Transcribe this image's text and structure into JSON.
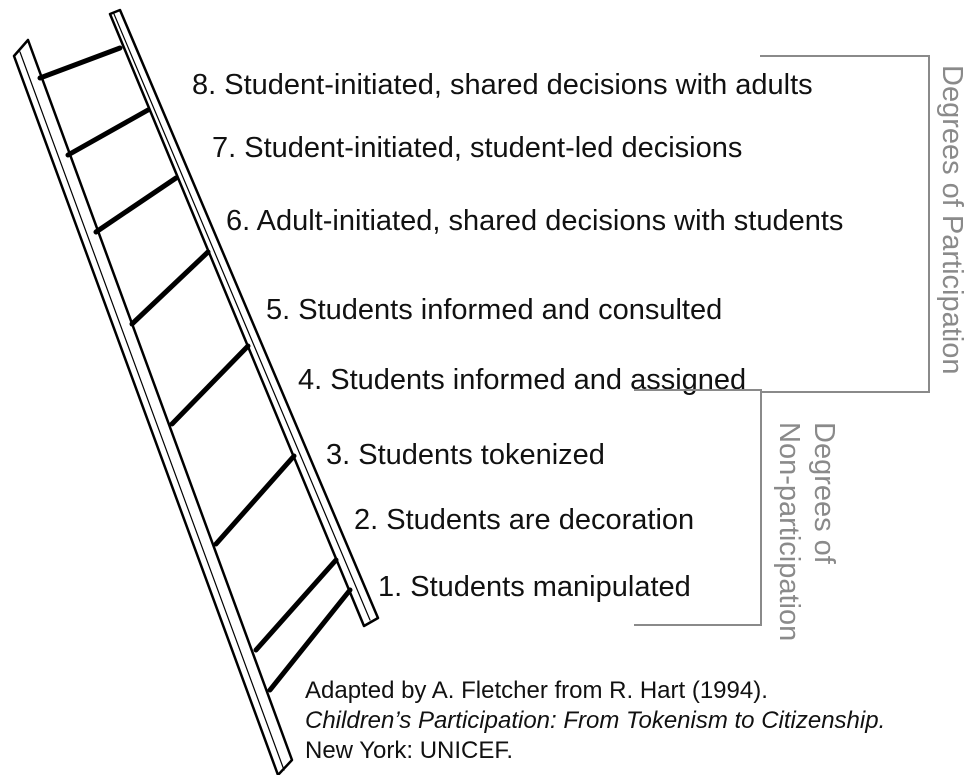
{
  "rungs": [
    {
      "label": "8. Student-initiated, shared decisions with adults"
    },
    {
      "label": "7. Student-initiated, student-led decisions"
    },
    {
      "label": "6. Adult-initiated, shared decisions with students"
    },
    {
      "label": "5. Students informed and consulted"
    },
    {
      "label": "4. Students informed and assigned"
    },
    {
      "label": "3. Students tokenized"
    },
    {
      "label": "2. Students are decoration"
    },
    {
      "label": "1. Students manipulated"
    }
  ],
  "groups": {
    "participation": "Degrees of Participation",
    "non_participation_line1": "Degrees of",
    "non_participation_line2": "Non-participation"
  },
  "citation": {
    "line1": "Adapted by A. Fletcher from R. Hart (1994).",
    "line2": "Children’s Participation: From Tokenism to Citizenship.",
    "line3": "New York: UNICEF."
  }
}
